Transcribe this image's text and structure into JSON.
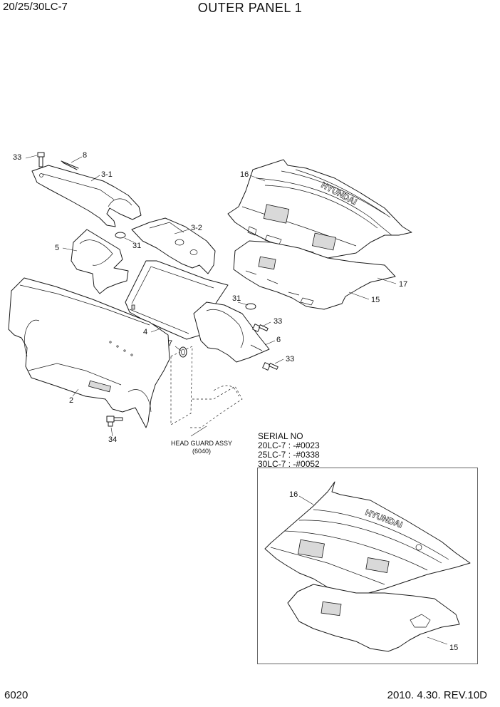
{
  "header": {
    "model": "20/25/30LC-7",
    "title": "OUTER PANEL 1"
  },
  "footer": {
    "page_number": "6020",
    "date_revision": "2010. 4.30.  REV.10D"
  },
  "serial_note": {
    "heading": "SERIAL NO",
    "lines": [
      "20LC-7 : -#0023",
      "25LC-7 : -#0338",
      "30LC-7 : -#0052"
    ]
  },
  "head_guard_note": {
    "line1": "HEAD GUARD ASSY",
    "line2": "(6040)"
  },
  "callouts": {
    "c33a": "33",
    "c8": "8",
    "c3_1": "3-1",
    "c16": "16",
    "c5": "5",
    "c31a": "31",
    "c3_2": "3-2",
    "c17": "17",
    "c31b": "31",
    "c15": "15",
    "c33b": "33",
    "c4": "4",
    "c7": "7",
    "c6": "6",
    "c33c": "33",
    "c2": "2",
    "c34": "34",
    "c16_inset": "16",
    "c15_inset": "15"
  },
  "decals": {
    "brand_main": "HYUNDAI",
    "brand_inset": "HYUNDAI"
  }
}
